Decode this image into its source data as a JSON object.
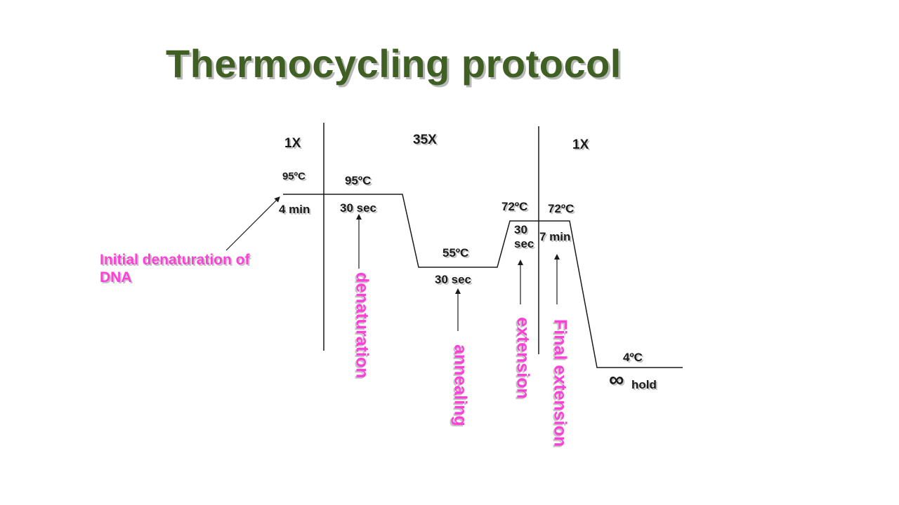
{
  "title": "Thermocycling protocol",
  "cycles": {
    "initial": "1X",
    "main": "35X",
    "final": "1X"
  },
  "steps": {
    "initial_denaturation": {
      "temp": "95ºC",
      "time": "4 min",
      "label": "Initial denaturation of DNA"
    },
    "denaturation": {
      "temp": "95ºC",
      "time": "30 sec",
      "label": "denaturation"
    },
    "annealing": {
      "temp": "55ºC",
      "time": "30 sec",
      "label": "annealing"
    },
    "extension": {
      "temp": "72ºC",
      "time": "30 sec",
      "label": "extension"
    },
    "final_extension": {
      "temp": "72ºC",
      "time": "7 min",
      "label": "Final extension"
    },
    "hold": {
      "temp": "4ºC",
      "symbol": "∞",
      "time": "hold"
    }
  },
  "colors": {
    "title": "#3f5f23",
    "step_labels": "#ff3fd8",
    "text": "#1a1a1a",
    "lines": "#1a1a1a"
  }
}
